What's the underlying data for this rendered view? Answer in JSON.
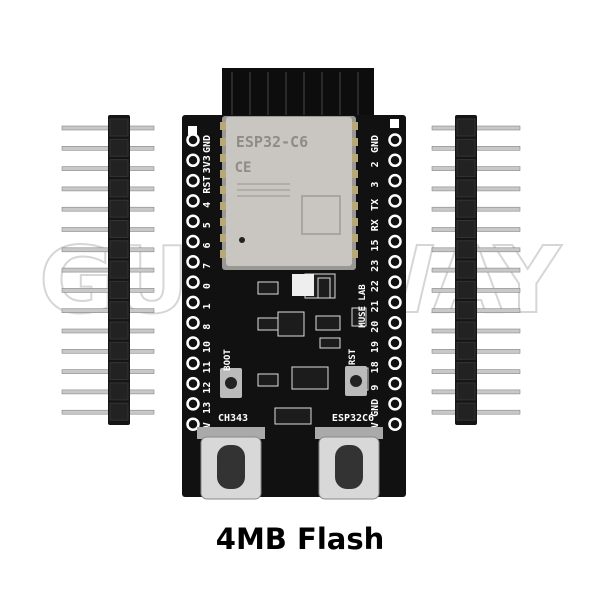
{
  "caption": "4MB Flash",
  "watermark": "GUANWAY",
  "board": {
    "module_label": "ESP32-C6",
    "ce_mark": "CE",
    "left_pins": [
      "GND",
      "3V3",
      "RST",
      "4",
      "5",
      "6",
      "7",
      "0",
      "1",
      "8",
      "10",
      "11",
      "12",
      "13",
      "5V"
    ],
    "right_pins": [
      "GND",
      "2",
      "3",
      "TX",
      "RX",
      "15",
      "23",
      "22",
      "21",
      "20",
      "19",
      "18",
      "9",
      "GND",
      "5V"
    ],
    "boot_label": "BOOT",
    "rst_label": "RST",
    "brand_label": "MUSE LAB",
    "usb_left_label": "CH343",
    "usb_right_label": "ESP32C6"
  },
  "header_pin_count": 15,
  "colors": {
    "pcb": "#111111",
    "silkscreen": "#ffffff",
    "module": "#c9c6c2",
    "header": "#151515",
    "pin": "#c8c8c8"
  }
}
